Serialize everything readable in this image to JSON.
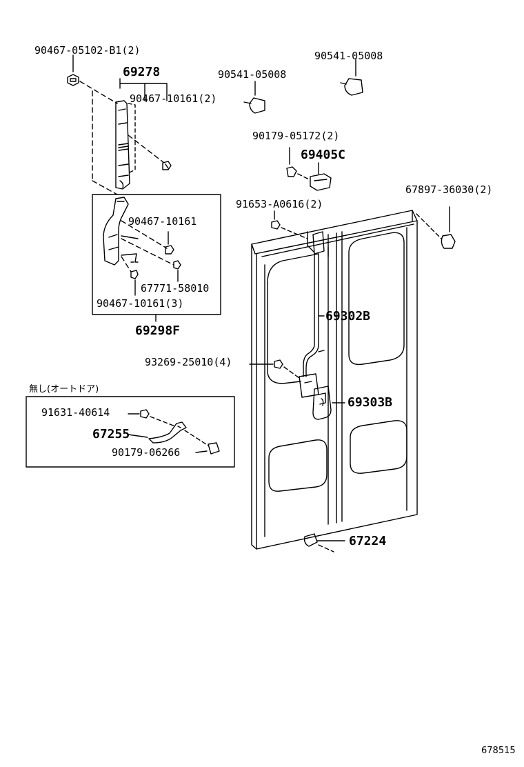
{
  "figure_id": "678515",
  "note_label": "無し(オートドア)",
  "parts": {
    "p9046705102": "90467-05102-B1(2)",
    "p69278": "69278",
    "p9046710161a": "90467-10161(2)",
    "p9054105008a": "90541-05008",
    "p9054105008b": "90541-05008",
    "p9017905172": "90179-05172(2)",
    "p69405c": "69405C",
    "p6789736030": "67897-36030(2)",
    "p91653a0616": "91653-A0616(2)",
    "p9046710161b": "90467-10161",
    "p6777158010": "67771-58010",
    "p9046710161c": "90467-10161(3)",
    "p69298f": "69298F",
    "p69302b": "69302B",
    "p9326925010": "93269-25010(4)",
    "p69303b": "69303B",
    "p9163140614": "91631-40614",
    "p67255": "67255",
    "p9017906266": "90179-06266",
    "p67224": "67224"
  }
}
